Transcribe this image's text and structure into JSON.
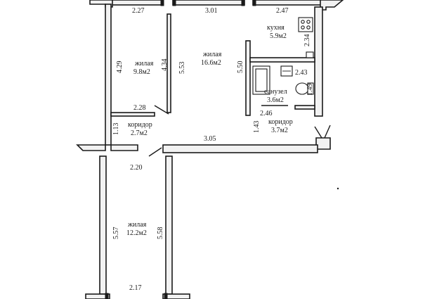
{
  "plan": {
    "rooms": [
      {
        "id": "kitchen",
        "name": "кухня",
        "area": "5.9м2"
      },
      {
        "id": "living-center",
        "name": "жилая",
        "area": "16.6м2"
      },
      {
        "id": "living-left",
        "name": "жилая",
        "area": "9.8м2"
      },
      {
        "id": "bathroom",
        "name": "санузел",
        "area": "3.6м2"
      },
      {
        "id": "corridor-left",
        "name": "коридор",
        "area": "2.7м2"
      },
      {
        "id": "corridor-right",
        "name": "коридор",
        "area": "3.7м2"
      },
      {
        "id": "living-bottom",
        "name": "жилая",
        "area": "12.2м2"
      }
    ],
    "dimensions": [
      {
        "id": "top-left",
        "text": "2.27"
      },
      {
        "id": "top-middle",
        "text": "3.01"
      },
      {
        "id": "top-right",
        "text": "2.47"
      },
      {
        "id": "kitchen-side",
        "text": "2.34"
      },
      {
        "id": "left-room-height",
        "text": "4.29"
      },
      {
        "id": "left-room-height-inner",
        "text": "4.34"
      },
      {
        "id": "center-room-height",
        "text": "5.53"
      },
      {
        "id": "center-room-height-right",
        "text": "5.50"
      },
      {
        "id": "bathroom-width",
        "text": "2.43"
      },
      {
        "id": "bathroom-height",
        "text": "1.49"
      },
      {
        "id": "bathroom-bottom",
        "text": "2.46"
      },
      {
        "id": "left-room-bottom",
        "text": "2.28"
      },
      {
        "id": "corridor-left-height",
        "text": "1.13"
      },
      {
        "id": "corridor-right-height",
        "text": "1.43"
      },
      {
        "id": "corridor-width",
        "text": "3.05"
      },
      {
        "id": "passage-width",
        "text": "2.20"
      },
      {
        "id": "bottom-room-height",
        "text": "5.57"
      },
      {
        "id": "bottom-room-height-right",
        "text": "5.58"
      },
      {
        "id": "bottom-room-width",
        "text": "2.17"
      }
    ]
  }
}
